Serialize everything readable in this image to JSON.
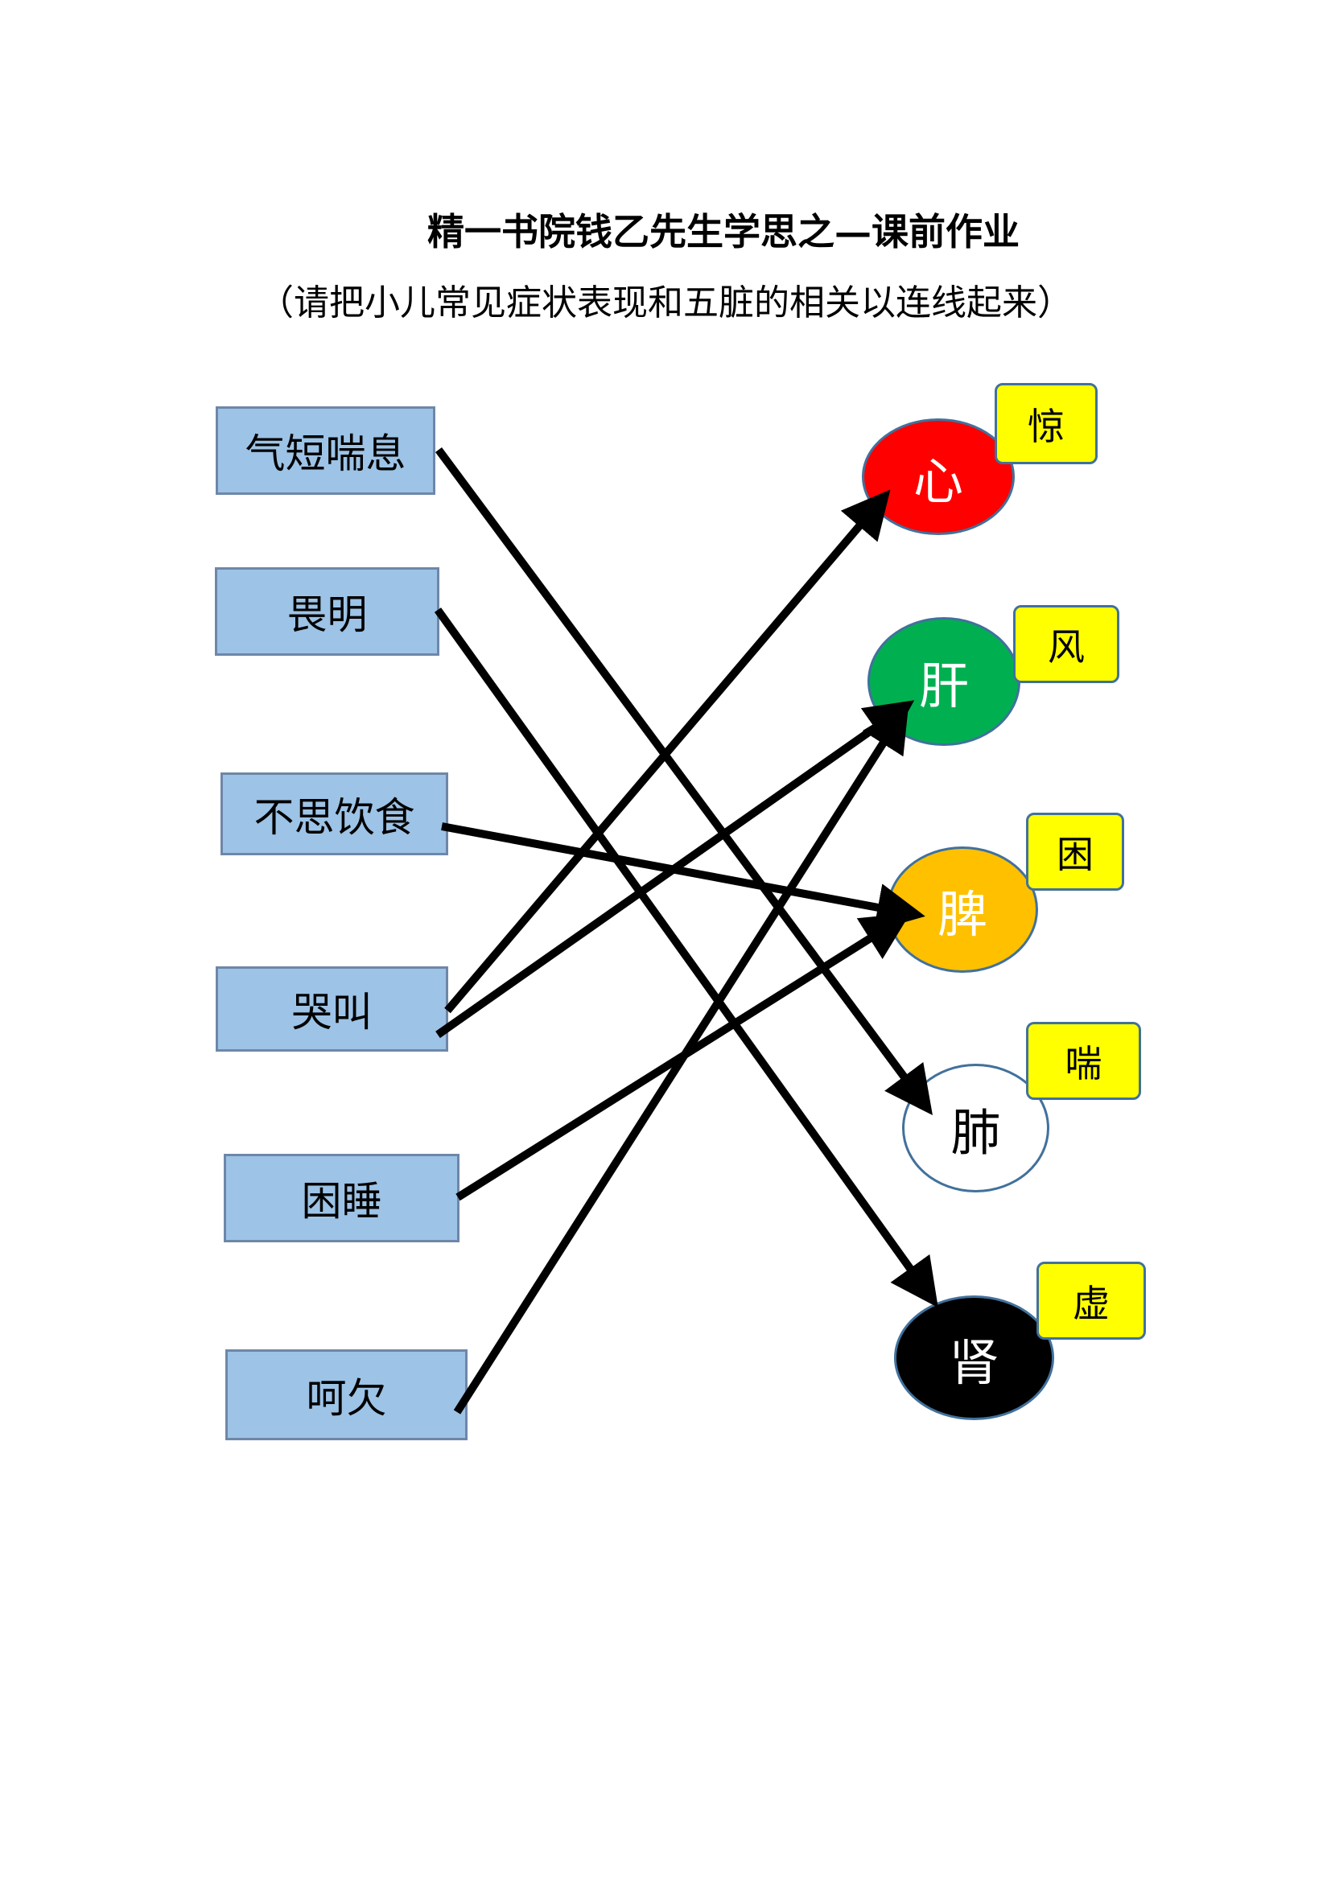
{
  "title": "精一书院钱乙先生学思之—课前作业",
  "subtitle": "（请把小儿常见症状表现和五脏的相关以连线起来）",
  "symptoms": [
    {
      "label": "气短喘息"
    },
    {
      "label": "畏明"
    },
    {
      "label": "不思饮食"
    },
    {
      "label": "哭叫"
    },
    {
      "label": "困睡"
    },
    {
      "label": "呵欠"
    }
  ],
  "organs": [
    {
      "label": "心",
      "tag": "惊",
      "fill": "#ff0000",
      "text_color": "#ffffff"
    },
    {
      "label": "肝",
      "tag": "风",
      "fill": "#00b050",
      "text_color": "#ffffff"
    },
    {
      "label": "脾",
      "tag": "困",
      "fill": "#ffc000",
      "text_color": "#ffffff"
    },
    {
      "label": "肺",
      "tag": "喘",
      "fill": "#ffffff",
      "text_color": "#000000"
    },
    {
      "label": "肾",
      "tag": "虚",
      "fill": "#000000",
      "text_color": "#ffffff"
    }
  ],
  "connections": [
    {
      "from": "气短喘息",
      "to": "肺"
    },
    {
      "from": "畏明",
      "to": "肾"
    },
    {
      "from": "不思饮食",
      "to": "脾"
    },
    {
      "from": "哭叫",
      "to": "心"
    },
    {
      "from": "哭叫",
      "to": "肝"
    },
    {
      "from": "困睡",
      "to": "脾"
    },
    {
      "from": "呵欠",
      "to": "肝"
    }
  ],
  "colors": {
    "symptom_fill": "#9dc3e6",
    "tag_fill": "#ffff00",
    "arrow": "#000000"
  }
}
